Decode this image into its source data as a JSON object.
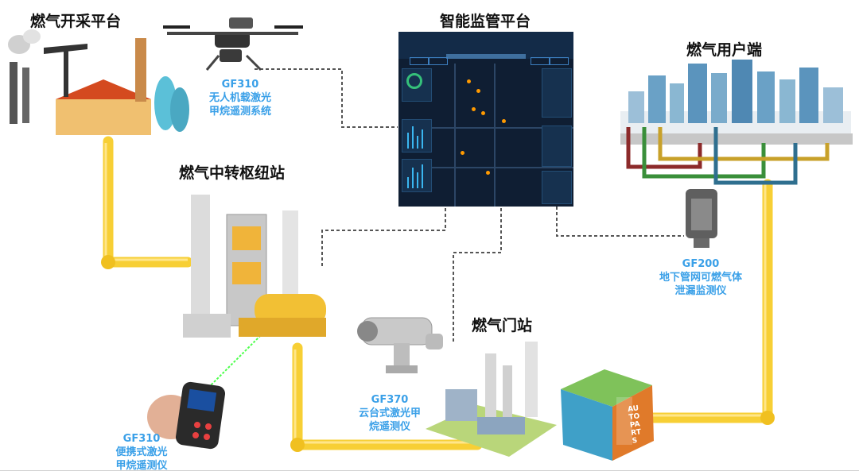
{
  "titles": {
    "extraction": "燃气开采平台",
    "platform": "智能监管平台",
    "users": "燃气用户端",
    "hub": "燃气中转枢纽站",
    "gate": "燃气门站"
  },
  "devices": {
    "drone": {
      "model": "GF310",
      "line1": "无人机载激光",
      "line2": "甲烷遥测系统"
    },
    "underground": {
      "model": "GF200",
      "line1": "地下管网可燃气体",
      "line2": "泄漏监测仪"
    },
    "ptz": {
      "model": "GF370",
      "line1": "云台式激光甲",
      "line2": "烷遥测仪"
    },
    "handheld": {
      "model": "GF310",
      "line1": "便携式激光",
      "line2": "甲烷遥测仪"
    }
  },
  "building_sign": "AUTO PARTS",
  "colors": {
    "pipe": "#f7cf35",
    "label_blue": "#3aa0e8",
    "dashboard_bg": "#0f1e33",
    "laser": "#4cff4c"
  }
}
